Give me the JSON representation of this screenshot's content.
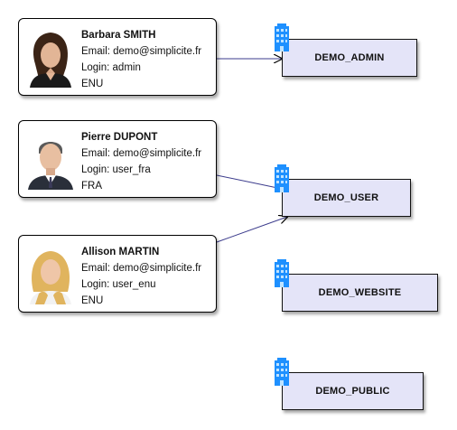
{
  "users": [
    {
      "name": "Barbara SMITH",
      "email": "Email: demo@simplicite.fr",
      "login": "Login: admin",
      "lang": "ENU"
    },
    {
      "name": "Pierre DUPONT",
      "email": "Email: demo@simplicite.fr",
      "login": "Login: user_fra",
      "lang": "FRA"
    },
    {
      "name": "Allison MARTIN",
      "email": "Email: demo@simplicite.fr",
      "login": "Login: user_enu",
      "lang": "ENU"
    }
  ],
  "groups": [
    {
      "label": "DEMO_ADMIN"
    },
    {
      "label": "DEMO_USER"
    },
    {
      "label": "DEMO_WEBSITE"
    },
    {
      "label": "DEMO_PUBLIC"
    }
  ],
  "colors": {
    "group_fill": "#e4e4f8",
    "edge": "#3b3b8c",
    "icon": "#1e90ff"
  },
  "icons": {
    "user": "person-photo",
    "group": "building-icon"
  }
}
